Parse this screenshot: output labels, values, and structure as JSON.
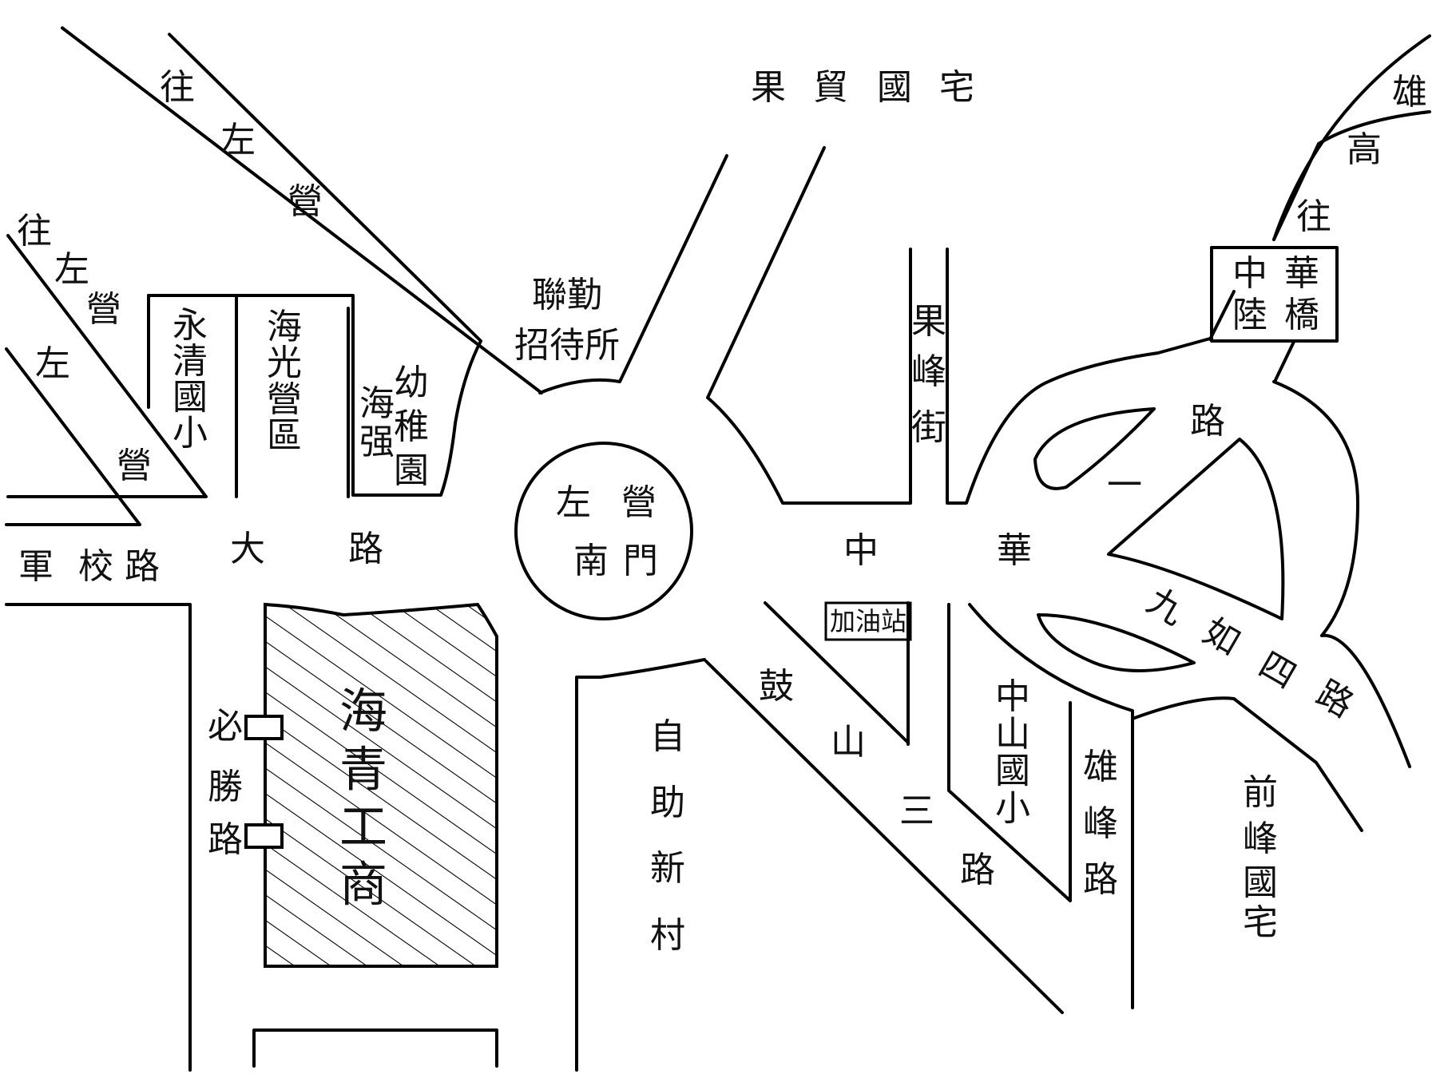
{
  "roads": {
    "to_zuoying_1": "往左營",
    "to_zuoying_2": "往左營",
    "zuoying_3": "左營",
    "junxiao_road": "軍校路",
    "da_road": "大路",
    "guofeng_street": "果峰街",
    "zhonghua_road": "中華",
    "zhonghua_1st_road": "一路",
    "jiuru_4th_road": "九如四路",
    "gushan_3rd_road": "鼓山三路",
    "xiongfeng_road": "雄峰路",
    "bisheng_road": "必勝路",
    "to_kaohsiung": "往高雄"
  },
  "places": {
    "guomao_housing": "果貿國宅",
    "lianqin_hostel": [
      "聯勤",
      "招待所"
    ],
    "yongqing_school": "永清國小",
    "haiguang_camp": "海光營區",
    "haiqiang_kindergarten": [
      "幼稚園",
      "海强"
    ],
    "zuoying_south_gate": [
      "左營",
      "南門"
    ],
    "zhonghua_overpass": [
      "中華",
      "陸橋"
    ],
    "gas_station": "加油站",
    "zhongshan_school": "中山國小",
    "zizhu_village": "自助新村",
    "qianfeng_housing": "前峰國宅",
    "haiqing_school": "海青工商"
  }
}
